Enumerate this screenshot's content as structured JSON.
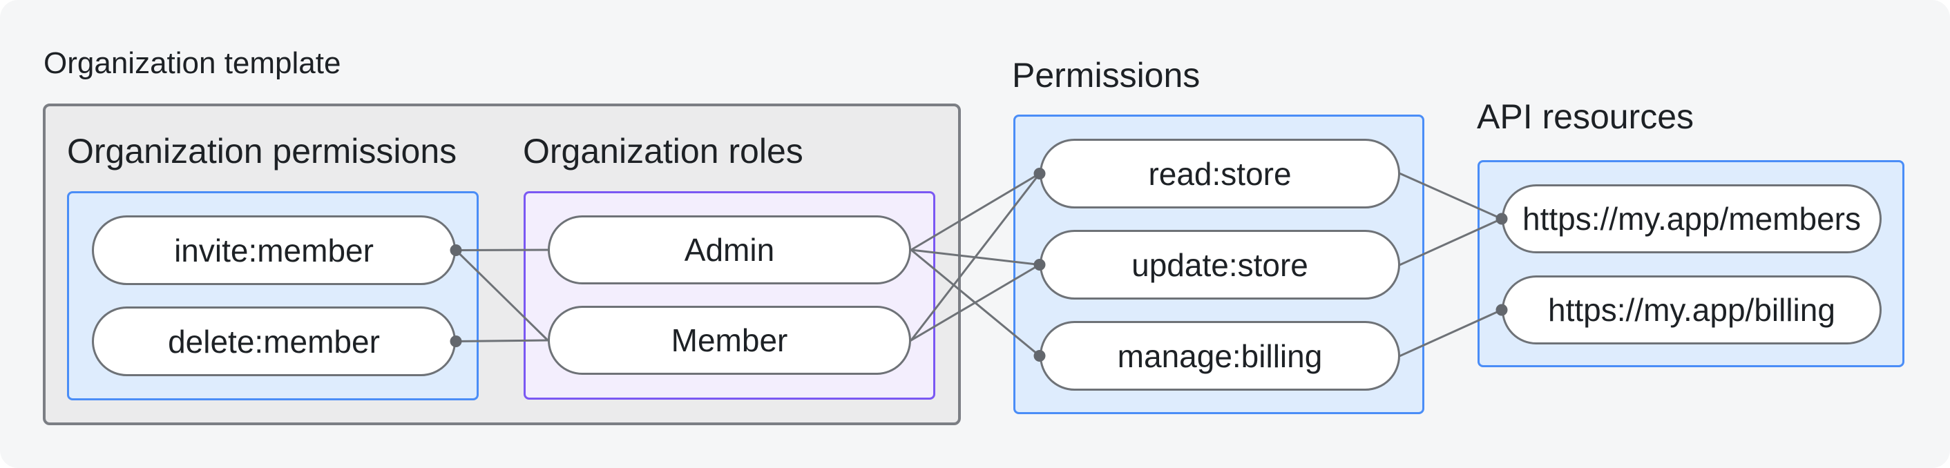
{
  "diagram": {
    "title": "Organization template",
    "containers": [
      {
        "id": "org-permissions",
        "label": "Organization permissions",
        "nodes": [
          {
            "id": "invite",
            "label": "invite:member"
          },
          {
            "id": "delete",
            "label": "delete:member"
          }
        ]
      },
      {
        "id": "org-roles",
        "label": "Organization roles",
        "nodes": [
          {
            "id": "admin",
            "label": "Admin"
          },
          {
            "id": "member",
            "label": "Member"
          }
        ]
      },
      {
        "id": "permissions",
        "label": "Permissions",
        "nodes": [
          {
            "id": "read",
            "label": "read:store"
          },
          {
            "id": "update",
            "label": "update:store"
          },
          {
            "id": "manage",
            "label": "manage:billing"
          }
        ]
      },
      {
        "id": "api-resources",
        "label": "API resources",
        "nodes": [
          {
            "id": "members-url",
            "label": "https://my.app/members"
          },
          {
            "id": "billing-url",
            "label": "https://my.app/billing"
          }
        ]
      }
    ],
    "connections": [
      {
        "from": "invite",
        "to": "admin"
      },
      {
        "from": "invite",
        "to": "member"
      },
      {
        "from": "delete",
        "to": "member"
      },
      {
        "from": "admin",
        "to": "read"
      },
      {
        "from": "admin",
        "to": "update"
      },
      {
        "from": "admin",
        "to": "manage"
      },
      {
        "from": "member",
        "to": "read"
      },
      {
        "from": "member",
        "to": "update"
      },
      {
        "from": "read",
        "to": "members-url"
      },
      {
        "from": "update",
        "to": "members-url"
      },
      {
        "from": "manage",
        "to": "billing-url"
      }
    ],
    "dots": [
      {
        "node": "invite",
        "side": "right"
      },
      {
        "node": "delete",
        "side": "right"
      },
      {
        "node": "read",
        "side": "left"
      },
      {
        "node": "update",
        "side": "left"
      },
      {
        "node": "manage",
        "side": "left"
      },
      {
        "node": "members-url",
        "side": "left"
      },
      {
        "node": "billing-url",
        "side": "left"
      }
    ],
    "colors": {
      "canvas_bg": "#f5f6f7",
      "template_box_fill": "#ebebec",
      "template_box_border": "#7b7e84",
      "blue_box_fill": "#deecfd",
      "blue_box_border": "#4a8df7",
      "purple_box_fill": "#f3eefd",
      "purple_box_border": "#7a58f3",
      "node_fill": "#ffffff",
      "node_border": "#6e7277",
      "connector_line": "#6e7277",
      "connector_dot": "#63676d",
      "text": "#1d2125"
    }
  }
}
